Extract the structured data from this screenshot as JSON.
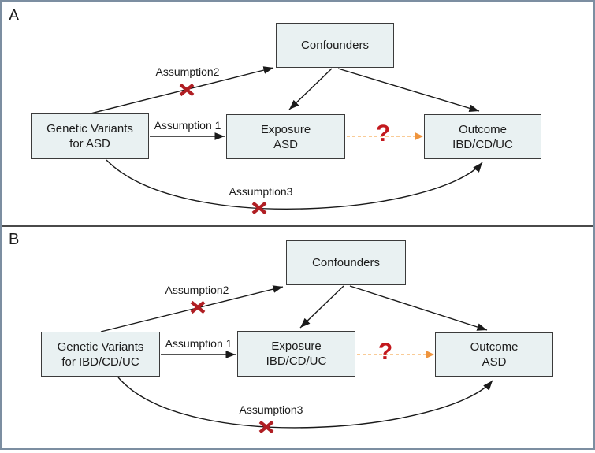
{
  "colors": {
    "frame_border": "#7c8ea1",
    "divider": "#4a4a4a",
    "box_fill": "#e9f1f2",
    "box_border": "#3b3b3b",
    "arrow": "#1a1a1a",
    "cross": "#b01e23",
    "question": "#c3191e",
    "orange_dash": "#f7ba74",
    "orange_head": "#ef943d"
  },
  "panels": [
    {
      "label": "A",
      "nodes": {
        "confounders": {
          "label": "Confounders"
        },
        "genetic": {
          "line1": "Genetic Variants",
          "line2": "for ASD"
        },
        "exposure": {
          "line1": "Exposure",
          "line2": "ASD"
        },
        "outcome": {
          "line1": "Outcome",
          "line2": "IBD/CD/UC"
        }
      },
      "edge_labels": {
        "assumption1": "Assumption 1",
        "assumption2": "Assumption2",
        "assumption3": "Assumption3",
        "question_mark": "?"
      }
    },
    {
      "label": "B",
      "nodes": {
        "confounders": {
          "label": "Confounders"
        },
        "genetic": {
          "line1": "Genetic Variants",
          "line2": "for IBD/CD/UC"
        },
        "exposure": {
          "line1": "Exposure",
          "line2": "IBD/CD/UC"
        },
        "outcome": {
          "line1": "Outcome",
          "line2": "ASD"
        }
      },
      "edge_labels": {
        "assumption1": "Assumption 1",
        "assumption2": "Assumption2",
        "assumption3": "Assumption3",
        "question_mark": "?"
      }
    }
  ]
}
